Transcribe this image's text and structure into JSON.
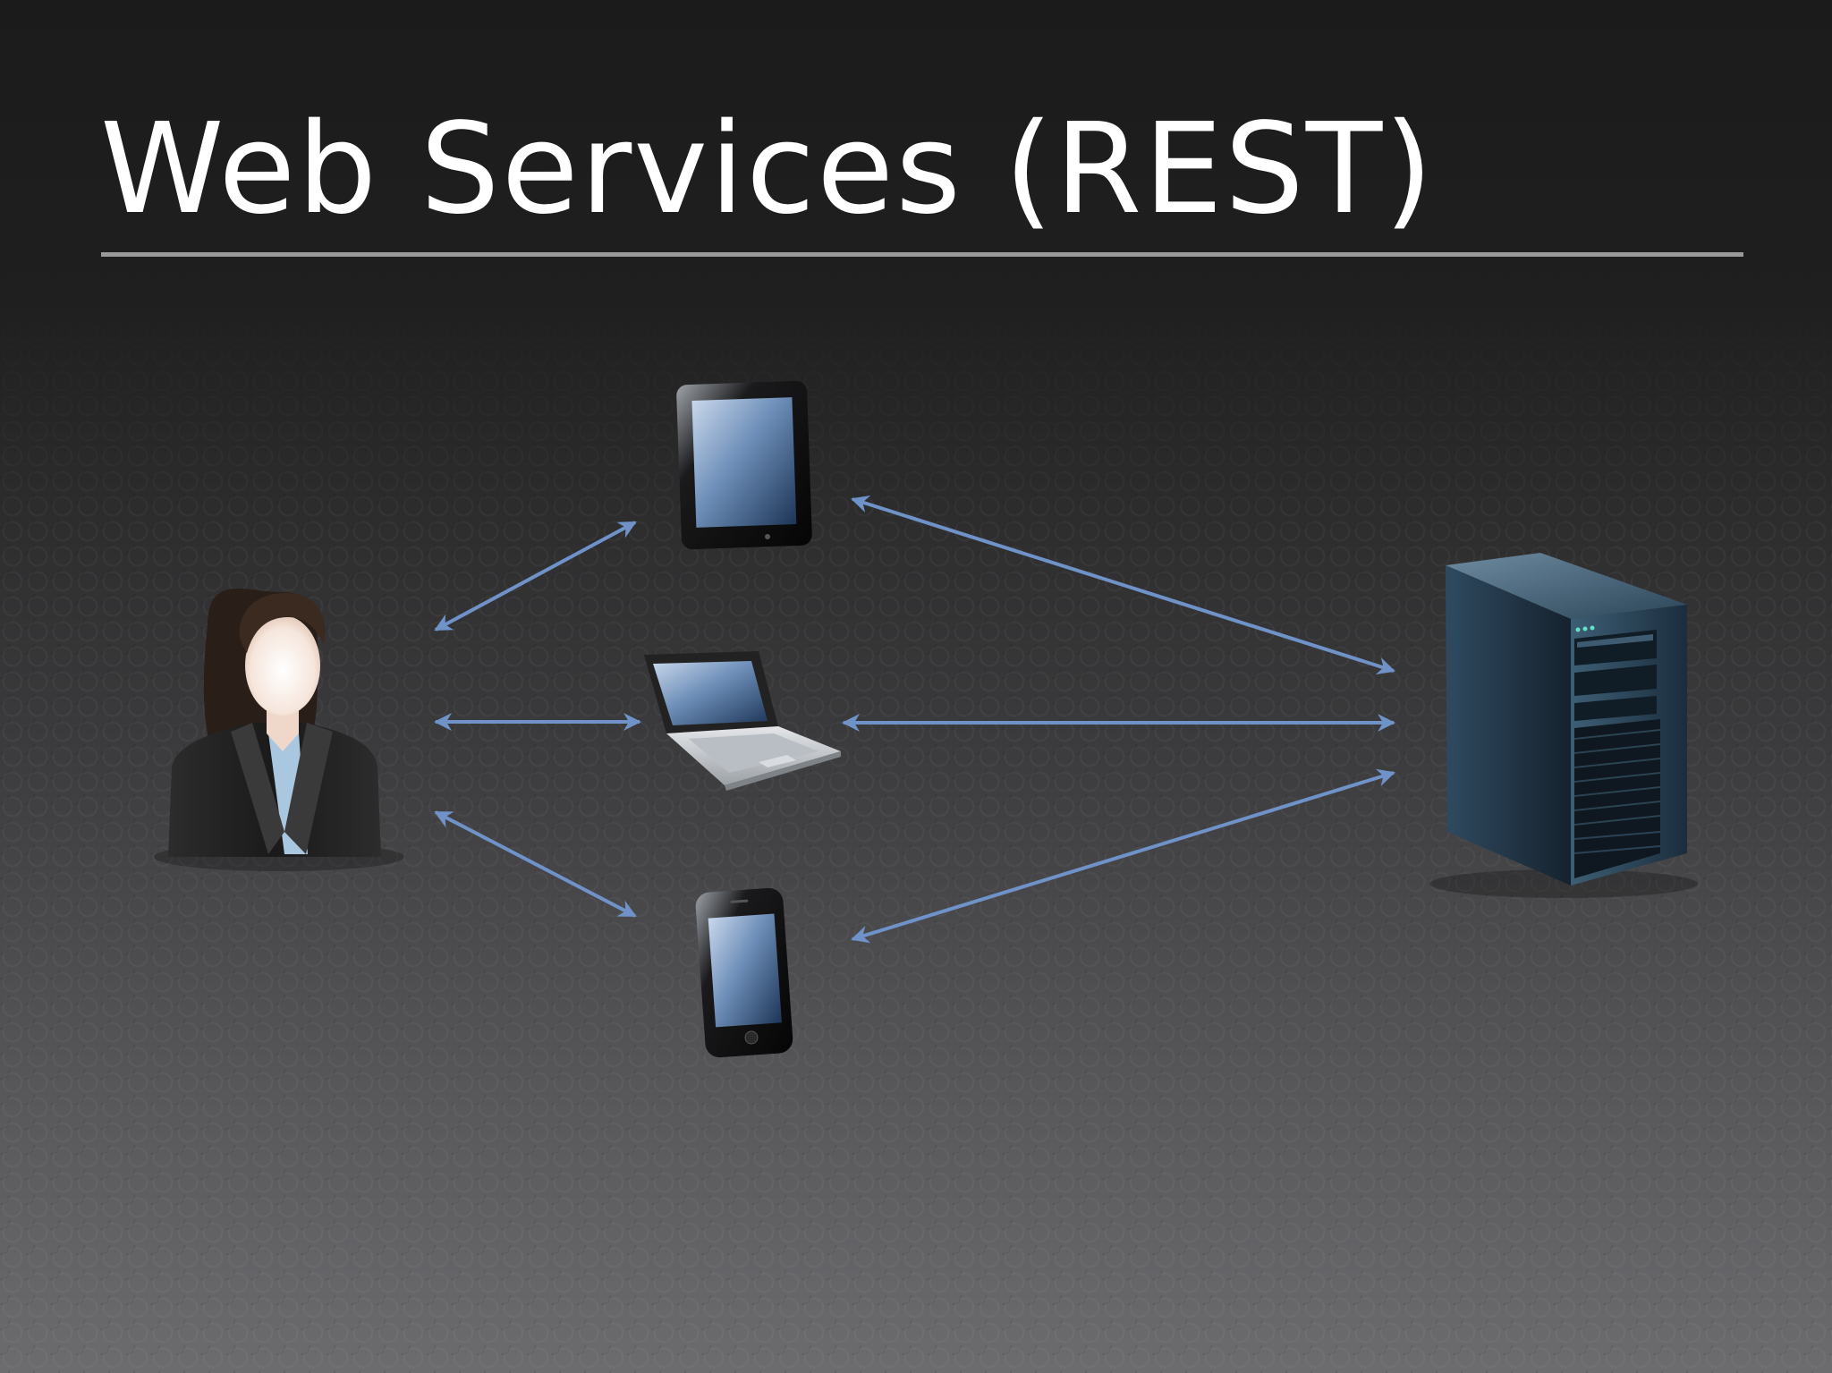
{
  "slide": {
    "title": "Web Services (REST)"
  },
  "diagram": {
    "nodes": [
      {
        "id": "user",
        "icon": "businesswoman-icon"
      },
      {
        "id": "tablet",
        "icon": "tablet-icon"
      },
      {
        "id": "laptop",
        "icon": "laptop-icon"
      },
      {
        "id": "smartphone",
        "icon": "smartphone-icon"
      },
      {
        "id": "server",
        "icon": "server-tower-icon"
      }
    ],
    "edges": [
      {
        "from": "user",
        "to": "tablet",
        "bidirectional": true
      },
      {
        "from": "user",
        "to": "laptop",
        "bidirectional": true
      },
      {
        "from": "user",
        "to": "smartphone",
        "bidirectional": true
      },
      {
        "from": "tablet",
        "to": "server",
        "bidirectional": true
      },
      {
        "from": "laptop",
        "to": "server",
        "bidirectional": true
      },
      {
        "from": "smartphone",
        "to": "server",
        "bidirectional": true
      }
    ]
  },
  "colors": {
    "arrow": "#6f93c8",
    "title": "#ffffff",
    "rule": "#9a9a9a"
  }
}
